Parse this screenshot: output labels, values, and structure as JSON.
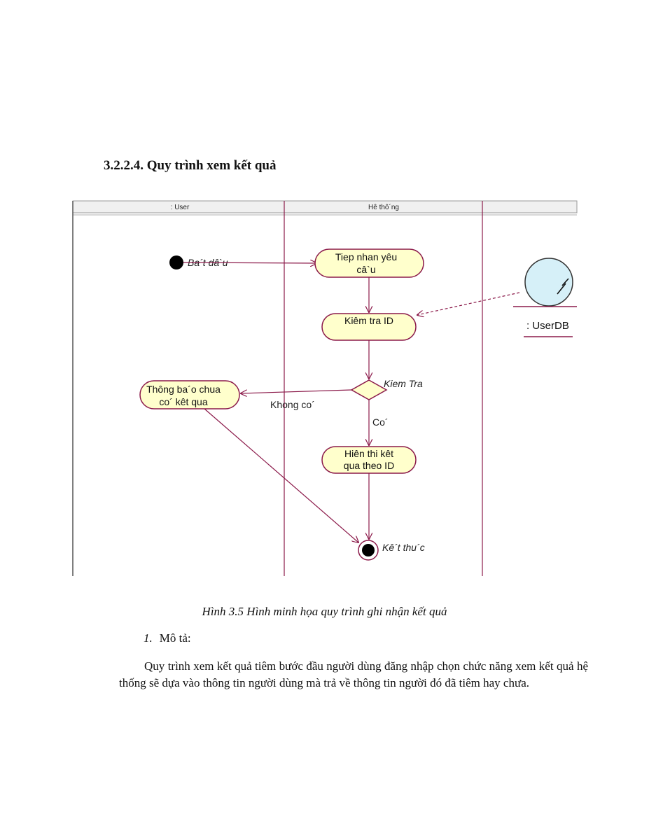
{
  "document": {
    "heading": "3.2.2.4. Quy trình xem kết quả",
    "caption": "Hình 3.5 Hình minh họa quy trình ghi nhận kết quả",
    "list_number": "1.",
    "list_label": "Mô tả:",
    "paragraph": "Quy trình xem kết quả tiêm bước đầu người dùng đăng nhập chọn chức năng xem kết quả hệ thống sẽ dựa vào thông tin người dùng mà trả về thông tin người đó đã tiêm hay chưa."
  },
  "diagram": {
    "lanes": {
      "user": ": User",
      "system": "Hê thô´ng"
    },
    "start_label": "Ba´t dâ`u",
    "end_label": "Kê´t thu´c",
    "activities": {
      "receive_line1": "Tiep nhan yêu",
      "receive_line2": "câ`u",
      "check_id": "Kiêm tra ID",
      "notify_line1": "Thông ba´o chua",
      "notify_line2": "co´ kêt qua",
      "show_line1": "Hiên thi kêt",
      "show_line2": "qua theo ID"
    },
    "decision_label": "Kiem Tra",
    "guard_no": "Khong co´",
    "guard_yes": "Co´",
    "entity_label": ": UserDB",
    "colors": {
      "activity_fill": "#ffffcc",
      "activity_stroke": "#8b1a4a",
      "entity_fill": "#d6f0f8",
      "line": "#8b1a4a"
    }
  }
}
